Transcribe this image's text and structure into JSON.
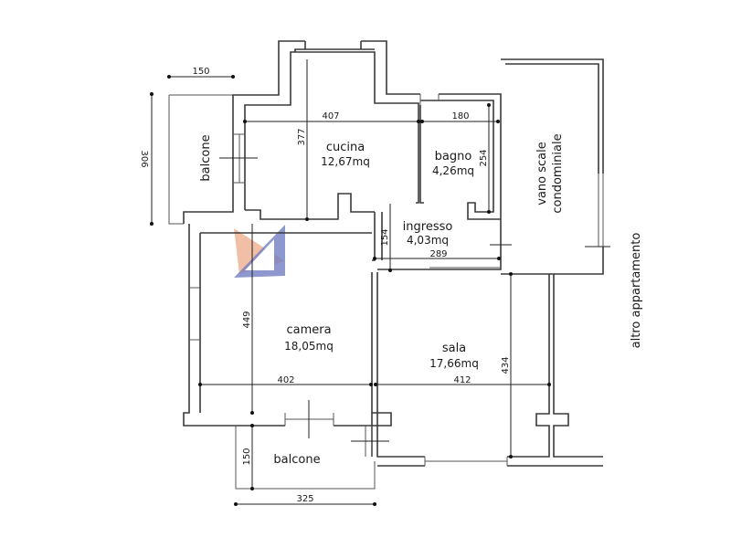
{
  "plan": {
    "rooms": {
      "balcone_top": {
        "name": "balcone"
      },
      "cucina": {
        "name": "cucina",
        "area": "12,67mq"
      },
      "bagno": {
        "name": "bagno",
        "area": "4,26mq"
      },
      "ingresso": {
        "name": "ingresso",
        "area": "4,03mq"
      },
      "vano_scale": {
        "line1": "vano scale",
        "line2": "condominiale"
      },
      "camera": {
        "name": "camera",
        "area": "18,05mq"
      },
      "sala": {
        "name": "sala",
        "area": "17,66mq"
      },
      "balcone_bottom": {
        "name": "balcone"
      }
    },
    "neighbor_label": "altro appartamento",
    "dimensions": {
      "balcone_top_width": "150",
      "balcone_top_height": "306",
      "cucina_width": "407",
      "cucina_height": "377",
      "bagno_width": "180",
      "bagno_height": "254",
      "ingresso_height": "154",
      "ingresso_width": "289",
      "camera_height": "449",
      "camera_width": "402",
      "sala_width": "412",
      "sala_height": "434",
      "balcone_bottom_height": "150",
      "balcone_bottom_width": "325"
    },
    "logo_colors": {
      "orange": "#e8946a",
      "blue": "#5b68b8"
    }
  }
}
